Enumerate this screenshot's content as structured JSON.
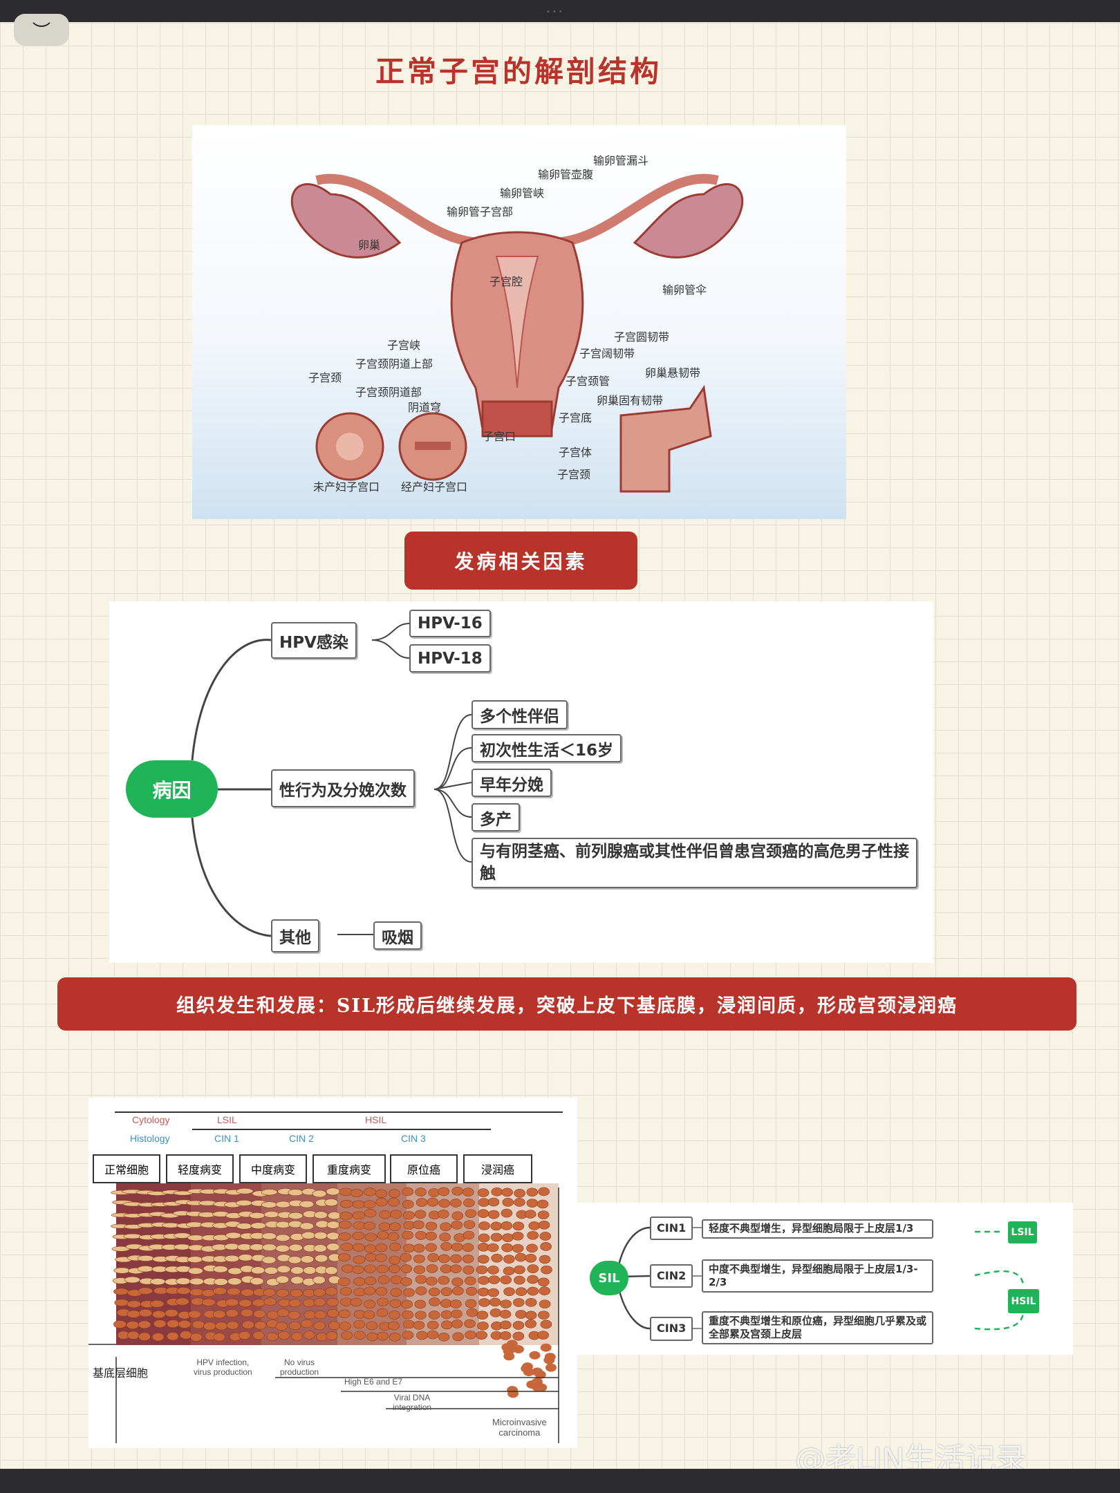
{
  "window": {
    "toggle_icon": "chevron-down-icon",
    "dots": "•••"
  },
  "title": "正常子宫的解剖结构",
  "anatomy": {
    "labels": [
      "输卵管漏斗",
      "输卵管壶腹",
      "输卵管峡",
      "输卵管子宫部",
      "子宫腔",
      "卵巢",
      "输卵管伞",
      "子宫圆韧带",
      "子宫阔韧带",
      "子宫峡",
      "子宫颈",
      "子宫颈阴道上部",
      "子宫颈阴道部",
      "阴道穹",
      "子宫颈管",
      "子宫口",
      "卵巢悬韧带",
      "卵巢固有韧带",
      "子宫底",
      "子宫体",
      "子宫颈",
      "未产妇子宫口",
      "经产妇子宫口"
    ]
  },
  "factors_button": "发病相关因素",
  "mindmap": {
    "root": "病因",
    "branches": [
      {
        "label": "HPV感染",
        "children": [
          "HPV-16",
          "HPV-18"
        ]
      },
      {
        "label": "性行为及分娩次数",
        "children": [
          "多个性伴侣",
          "初次性生活＜16岁",
          "早年分娩",
          "多产",
          "与有阴茎癌、前列腺癌或其性伴侣曾患宫颈癌的高危男子性接触"
        ]
      },
      {
        "label": "其他",
        "children": [
          "吸烟"
        ]
      }
    ],
    "colors": {
      "root": "#21b357"
    }
  },
  "banner": "组织发生和发展：SIL形成后继续发展，突破上皮下基底膜，浸润间质，形成宫颈浸润癌",
  "cell_diagram": {
    "cytology_label": "Cytology",
    "histology_label": "Histology",
    "lsil": "LSIL",
    "hsil": "HSIL",
    "cin": [
      "CIN 1",
      "CIN 2",
      "CIN 3"
    ],
    "stages": [
      "正常细胞",
      "轻度病变",
      "中度病变",
      "重度病变",
      "原位癌",
      "浸润癌"
    ],
    "basal": "基底层细胞",
    "notes": [
      "HPV infection,\nvirus production",
      "No virus\nproduction",
      "High E6 and E7",
      "Viral DNA\nintegration",
      "Microinvasive\ncarcinoma"
    ]
  },
  "sil": {
    "root": "SIL",
    "rows": [
      {
        "cin": "CIN1",
        "desc": "轻度不典型增生，异型细胞局限于上皮层1/3"
      },
      {
        "cin": "CIN2",
        "desc": "中度不典型增生，异型细胞局限于上皮层1/3-2/3"
      },
      {
        "cin": "CIN3",
        "desc": "重度不典型增生和原位癌，异型细胞几乎累及或全部累及宫颈上皮层"
      }
    ],
    "lsil": "LSIL",
    "hsil": "HSIL"
  },
  "watermark": "@老LIN生活记录",
  "colors": {
    "accent_red": "#b8332a",
    "green": "#21b357",
    "background": "#f7f4e6"
  }
}
